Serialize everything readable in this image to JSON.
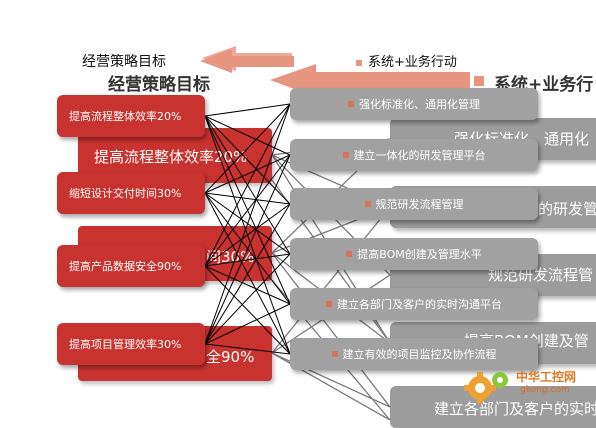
{
  "header": {
    "left_title": "经营策略目标",
    "right_title": "系统+业务行动"
  },
  "goals": [
    {
      "label": "提高流程整体效率20%"
    },
    {
      "label": "缩短设计交付时间30%"
    },
    {
      "label": "提高产品数据安全90%"
    },
    {
      "label": "提高项目管理效率30%"
    }
  ],
  "actions": [
    {
      "label": "强化标准化、通用化管理"
    },
    {
      "label": "建立一体化的研发管理平台"
    },
    {
      "label": "规范研发流程管理"
    },
    {
      "label": "提高BOM创建及管理水平"
    },
    {
      "label": "建立各部门及客户的实时沟通平台"
    },
    {
      "label": "建立有效的项目监控及协作流程"
    }
  ],
  "ghost": {
    "left_title": "经营策略目标",
    "right_title": "系统+业务行",
    "goal_1": "提高流程整体效率20%",
    "goal_3_partial": "间30%",
    "goal_4_partial": "全90%",
    "action_1_partial": "强化标准化、通用化",
    "action_2_partial": "的研发管",
    "action_3_partial": "规范研发流程管",
    "action_4_partial": "提高BOM创建及管",
    "action_5_partial": "建立各部门及客户的实时"
  },
  "watermark": {
    "name": "中华工控网",
    "url": "gkong.com"
  },
  "colors": {
    "goal_red": "#c8322f",
    "action_gray": "#a1a1a1",
    "arrow_salmon": "#e8957f",
    "bullet": "#d9735c"
  }
}
